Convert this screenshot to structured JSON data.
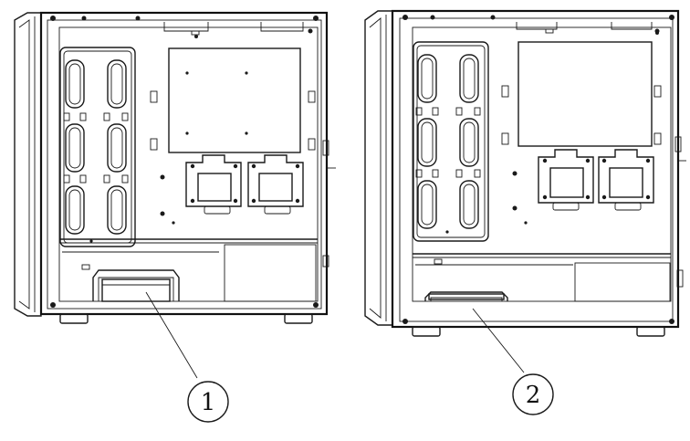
{
  "figure": {
    "callouts": [
      {
        "id": "callout-1",
        "label": "1"
      },
      {
        "id": "callout-2",
        "label": "2"
      }
    ],
    "colors": {
      "line": "#1a1a1a",
      "background": "#ffffff"
    }
  }
}
